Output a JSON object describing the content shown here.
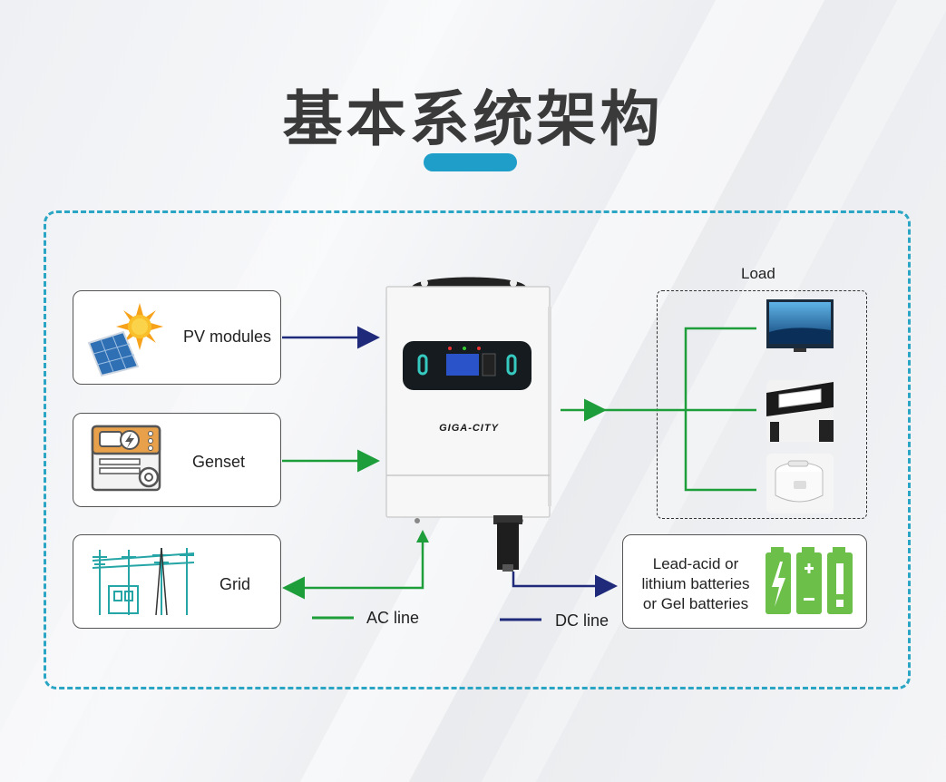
{
  "title": "基本系统架构",
  "colors": {
    "ac_line": "#1e9e3a",
    "dc_line": "#1f2a7a",
    "frame": "#2aa6c4",
    "accent_bar": "#1f9ec9",
    "battery": "#6cc04a"
  },
  "sources": {
    "pv": {
      "label": "PV modules",
      "icon": "solar-panel-sun-icon"
    },
    "genset": {
      "label": "Genset",
      "icon": "generator-icon"
    },
    "grid": {
      "label": "Grid",
      "icon": "power-pylon-icon"
    }
  },
  "inverter": {
    "brand": "GIGA-CITY"
  },
  "load": {
    "title": "Load",
    "items": [
      {
        "icon": "television-icon"
      },
      {
        "icon": "ceiling-lamp-icon"
      },
      {
        "icon": "rice-cooker-icon"
      }
    ]
  },
  "battery": {
    "lines": [
      "Lead-acid or",
      "lithium batteries",
      "or Gel batteries"
    ],
    "icon": "battery-icon"
  },
  "legend": {
    "ac_label": "AC line",
    "dc_label": "DC line"
  }
}
